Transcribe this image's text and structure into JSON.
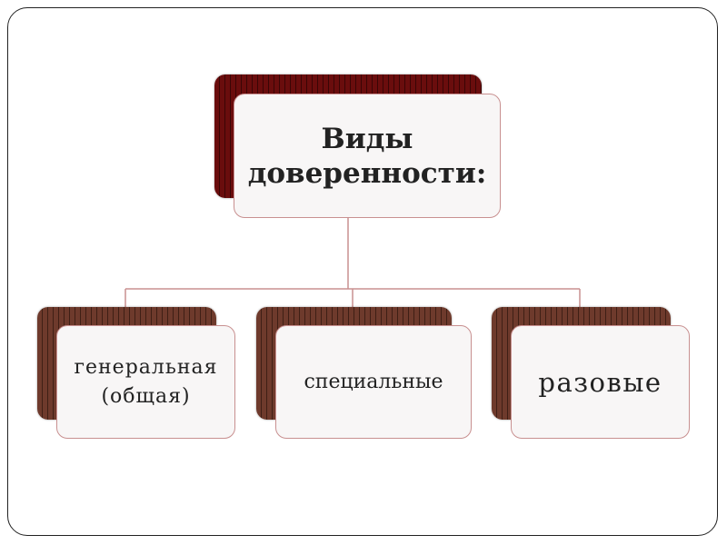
{
  "diagram": {
    "root": {
      "label": "Виды доверенности:"
    },
    "children": [
      {
        "label": "генеральная (общая)"
      },
      {
        "label": "специальные"
      },
      {
        "label": "разовые"
      }
    ]
  },
  "colors": {
    "root_back": "#6a0d0d",
    "child_back": "#6e3a2c",
    "node_border": "#c89090",
    "connector": "#c89090"
  }
}
